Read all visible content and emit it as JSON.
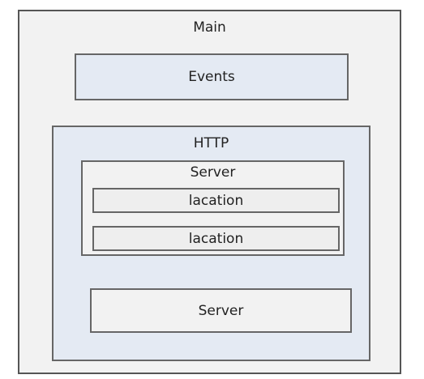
{
  "diagram": {
    "main": {
      "label": "Main"
    },
    "events": {
      "label": "Events"
    },
    "http": {
      "label": "HTTP",
      "servers": [
        {
          "label": "Server",
          "locations": [
            {
              "label": "lacation"
            },
            {
              "label": "lacation"
            }
          ]
        },
        {
          "label": "Server"
        }
      ]
    }
  },
  "colors": {
    "outer_fill": "#f2f2f2",
    "blue_fill": "#e4eaf3",
    "border": "#555555"
  }
}
